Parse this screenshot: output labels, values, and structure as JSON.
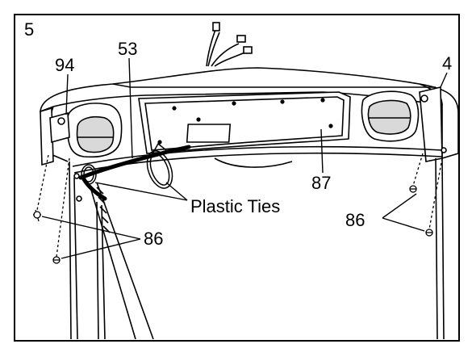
{
  "figure": {
    "step_number": "5",
    "callouts": {
      "part_94": "94",
      "part_53": "53",
      "part_4": "4",
      "part_87": "87",
      "part_86_left": "86",
      "part_86_right": "86",
      "plastic_ties": "Plastic Ties"
    }
  },
  "colors": {
    "ink": "#000000",
    "paper": "#ffffff",
    "shade": "#d9d9d9"
  }
}
